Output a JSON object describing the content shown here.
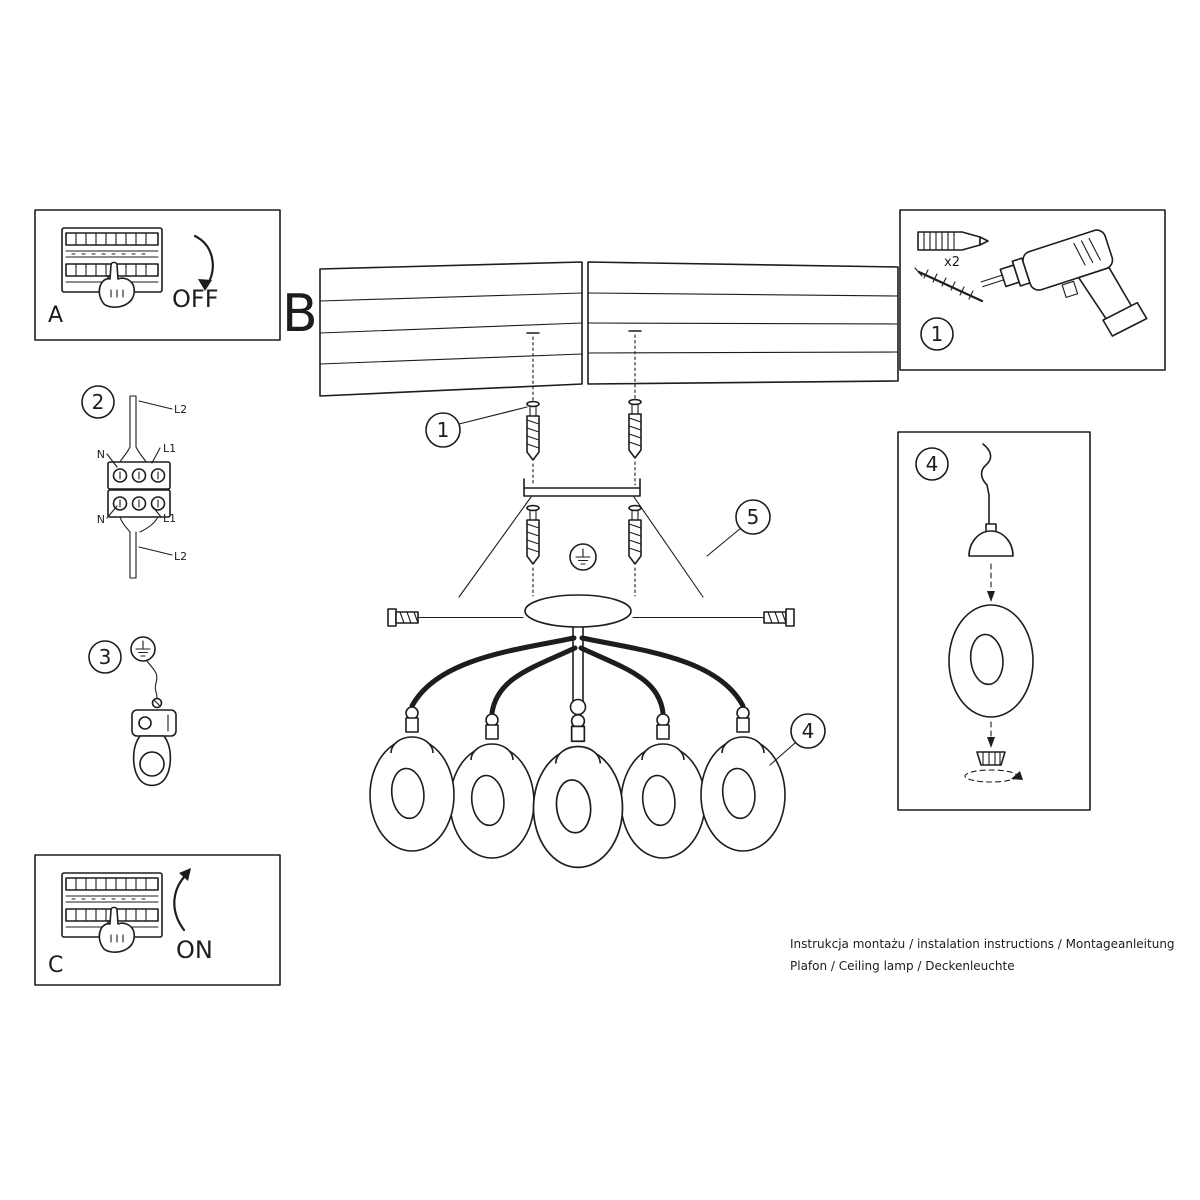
{
  "doc": {
    "type": "installation-instruction-sheet",
    "footer_line1": "Instrukcja montażu / instalation instructions / Montageanleitung",
    "footer_line2": "Plafon / Ceiling lamp / Deckenleuchte"
  },
  "theme": {
    "line_color": "#1d1d1d",
    "background": "#ffffff"
  },
  "steps": {
    "power_off": {
      "section": "A",
      "state": "OFF"
    },
    "ceiling": {
      "section": "B"
    },
    "power_on": {
      "section": "C",
      "state": "ON"
    },
    "hardware": {
      "number": "1",
      "anchor_qty": "x2"
    },
    "wiring": {
      "number": "2",
      "labels": {
        "l2_top": "L2",
        "l1_top": "L1",
        "n_top": "N",
        "n_bottom": "N",
        "l1_bottom": "L1",
        "l2_bottom": "L2"
      }
    },
    "ground": {
      "number": "3"
    },
    "shade_assembly": {
      "number": "4"
    },
    "callouts": {
      "anchor_screw": "1",
      "cover": "5",
      "shade": "4"
    }
  }
}
